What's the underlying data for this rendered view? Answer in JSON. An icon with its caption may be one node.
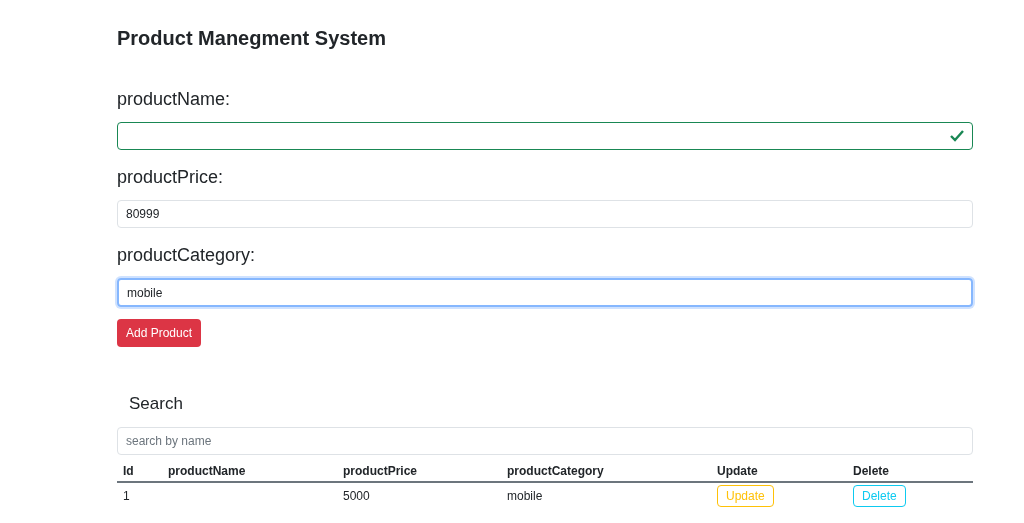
{
  "diagram": {
    "title": "Product Manegment System",
    "labels": [
      "productName:",
      "productPrice:",
      "80999",
      "productCategory:",
      "mobile",
      "Add Product",
      "Search",
      "search by name",
      "Id",
      "productName",
      "productPrice",
      "productCategory",
      "Update",
      "Delete",
      "1",
      "5000",
      "mobile",
      "Update",
      "Delete"
    ]
  }
}
